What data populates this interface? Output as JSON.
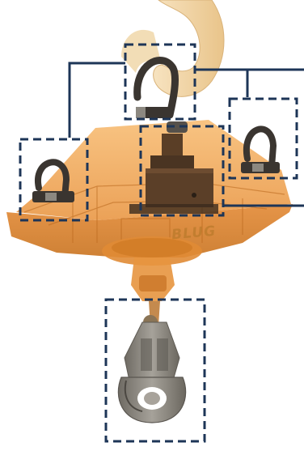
{
  "brand_label": "BLUG",
  "colors": {
    "body_orange": "#f0a04b",
    "body_orange_dark": "#c97a2c",
    "shackle_dark": "#3a3530",
    "steel_grey": "#8c8880",
    "crane_hook": "#f2d6a8",
    "callout_navy": "#1d3557"
  },
  "components": [
    "crane-hook",
    "top-shackle",
    "left-shackle",
    "right-shackle",
    "central-control-unit",
    "lower-hook-block"
  ]
}
